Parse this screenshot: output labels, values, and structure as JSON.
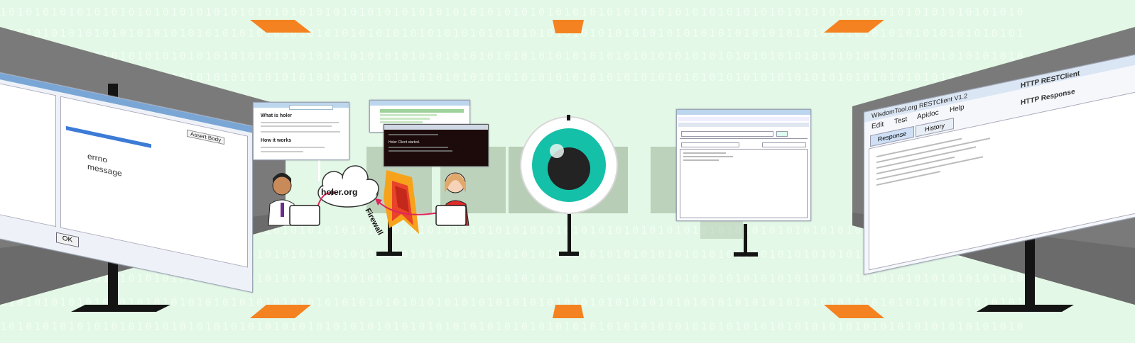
{
  "binary_rows": [
    "101010101010101010101010101010101010101010101010101010101010101010101010101010101010101010101010101010101010101010101010",
    "010101010101010101010101010101010101010101010101010101010101010101010101010101010101010101010101010101010101010101010101",
    "101010101010101010101010101010101010101010101010101010101010101010101010101010101010101010101010101010101010101010101010"
  ],
  "left_screen": {
    "tree_items": [
      "errno",
      "message"
    ],
    "assert_label": "Assert Body",
    "ok_label": "OK"
  },
  "browser_window": {
    "heading": "What is holer",
    "section": "How it works"
  },
  "cloud_label": "holer.org",
  "firewall_label": "Firewall",
  "terminal_lines": [
    "Holer Client started."
  ],
  "right_screen": {
    "app_title": "WisdomTool.org RESTClient V1.2",
    "menu": [
      "Edit",
      "Test",
      "Apidoc",
      "Help"
    ],
    "banner": "HTTP RESTClient",
    "tabs": [
      "Response",
      "History"
    ],
    "section": "HTTP Response"
  },
  "colors": {
    "background": "#e3f8e6",
    "accent": "#f58220",
    "wall": "#7a7a7a",
    "teal": "#15c0a8"
  }
}
